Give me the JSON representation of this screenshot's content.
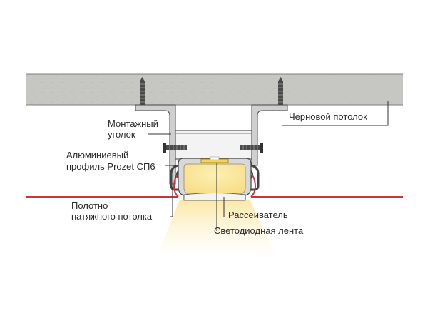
{
  "labels": {
    "mounting_corner_line1": "Монтажный",
    "mounting_corner_line2": "уголок",
    "rough_ceiling": "Черновой потолок",
    "aluminum_profile_line1": "Алюминиевый",
    "aluminum_profile_line2": "профиль Prozet СП6",
    "canvas_line1": "Полотно",
    "canvas_line2": "натяжного потолка",
    "diffuser": "Рассеиватель",
    "led_strip": "Светодиодная лента"
  },
  "colors": {
    "concrete": "#c6c7c3",
    "concrete_edge": "#7d7e7a",
    "stretch_canvas": "#d0323c",
    "leader_line": "#333333",
    "aluminum": "#d6d6d6",
    "aluminum_edge": "#444444",
    "light_glow": "#fbe9a2",
    "label_text": "#2a2a2a"
  }
}
